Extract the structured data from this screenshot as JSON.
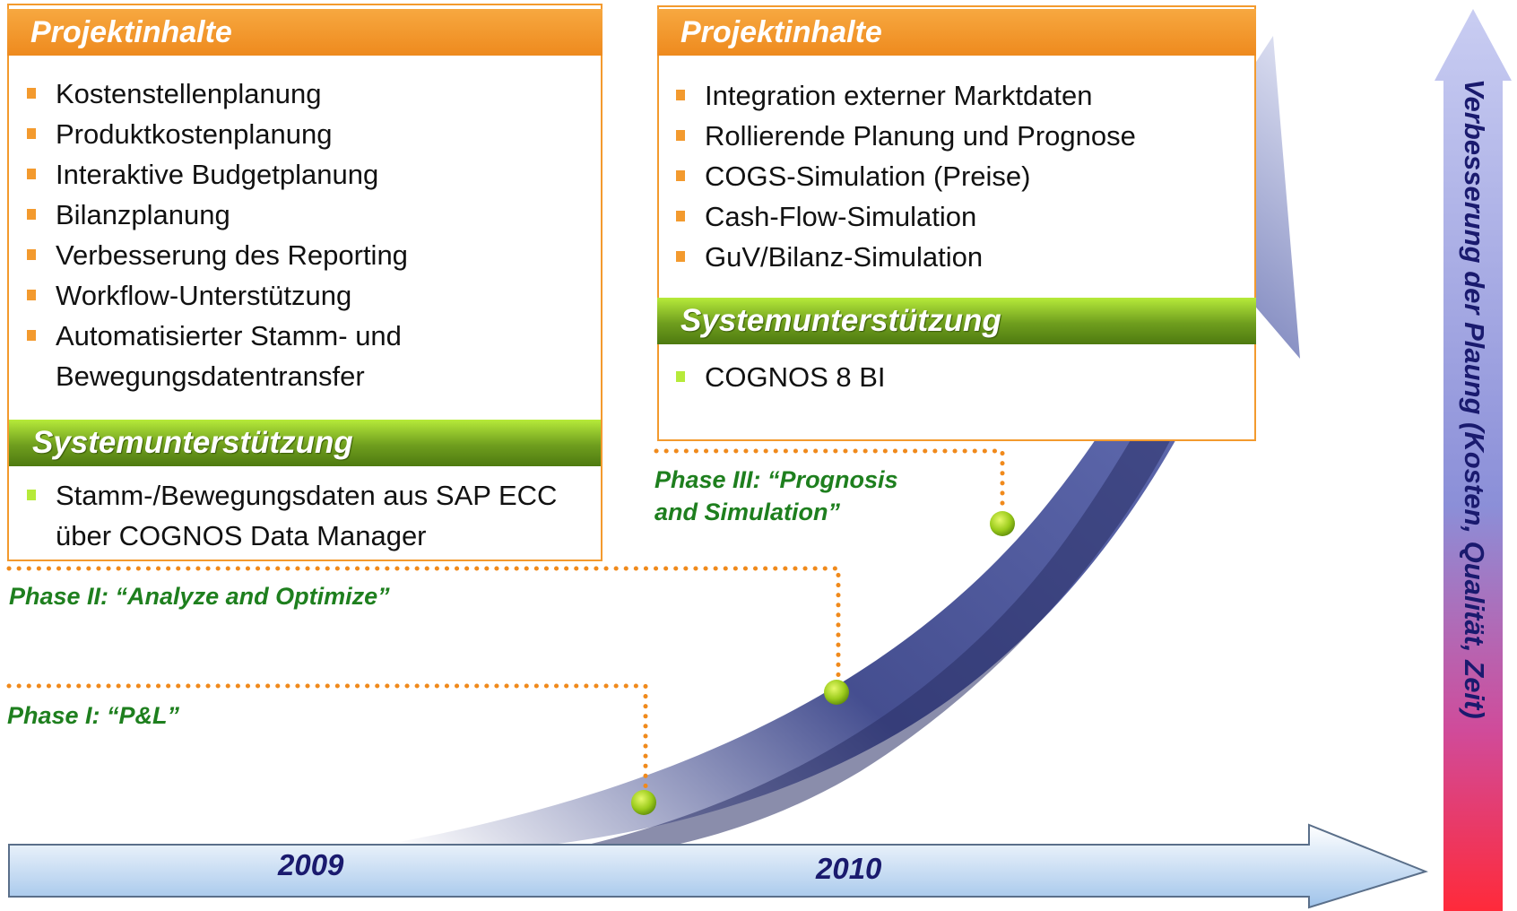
{
  "panels": [
    {
      "header": "Projektinhalte",
      "items": [
        "Kostenstellenplanung",
        "Produktkostenplanung",
        "Interaktive Budgetplanung",
        "Bilanzplanung",
        "Verbesserung des Reporting",
        "Workflow-Unterstützung",
        "Automatisierter Stamm- und Bewegungsdatentransfer"
      ],
      "system_header": "Systemunterstützung",
      "system_items": [
        "Stamm-/Bewegungsdaten aus SAP ECC über COGNOS Data Manager"
      ]
    },
    {
      "header": "Projektinhalte",
      "items": [
        "Integration externer Marktdaten",
        "Rollierende Planung und Prognose",
        "COGS-Simulation (Preise)",
        "Cash-Flow-Simulation",
        "GuV/Bilanz-Simulation"
      ],
      "system_header": "Systemunterstützung",
      "system_items": [
        "COGNOS 8 BI"
      ]
    }
  ],
  "phases": {
    "phase1": "Phase I: “P&L”",
    "phase2": "Phase II: “Analyze and Optimize”",
    "phase3_line1": "Phase III: “Prognosis",
    "phase3_line2": "and Simulation”"
  },
  "timeline": {
    "year1": "2009",
    "year2": "2010"
  },
  "vertical_axis_label": "Verbesserung der Plaung (Kosten, Qualität, Zeit)",
  "colors": {
    "orange": "#f39a2e",
    "green": "#8cc63f",
    "phase_text": "#1e7f1e",
    "navy": "#1a1a6e",
    "swoosh": "#3f4a8f"
  }
}
